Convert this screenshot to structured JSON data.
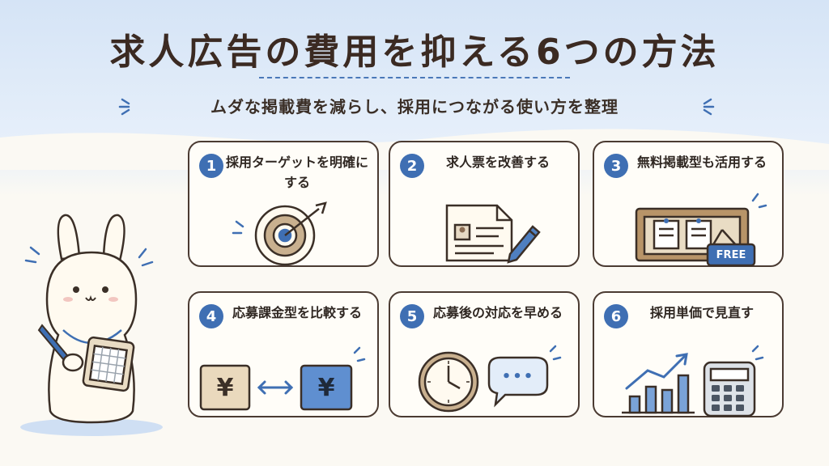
{
  "header": {
    "title": "求人広告の費用を抑える6つの方法",
    "subtitle": "ムダな掲載費を減らし、採用につながる使い方を整理"
  },
  "cards": [
    {
      "number": "1",
      "title": "採用ターゲットを明確にする",
      "icon": "target-icon"
    },
    {
      "number": "2",
      "title": "求人票を改善する",
      "icon": "document-pencil-icon"
    },
    {
      "number": "3",
      "title": "無料掲載型も活用する",
      "icon": "bulletin-board-icon",
      "badge": "FREE"
    },
    {
      "number": "4",
      "title": "応募課金型を比較する",
      "icon": "yen-compare-icon",
      "symbol_left": "¥",
      "symbol_right": "¥"
    },
    {
      "number": "5",
      "title": "応募後の対応を早める",
      "icon": "clock-chat-icon",
      "chat_text": "•••"
    },
    {
      "number": "6",
      "title": "採用単価で見直す",
      "icon": "chart-calculator-icon"
    }
  ],
  "colors": {
    "accent_blue": "#3f6fb3",
    "outline_brown": "#4b3b32",
    "sky": "#d5e4f6",
    "paper": "#fbf9f3"
  }
}
